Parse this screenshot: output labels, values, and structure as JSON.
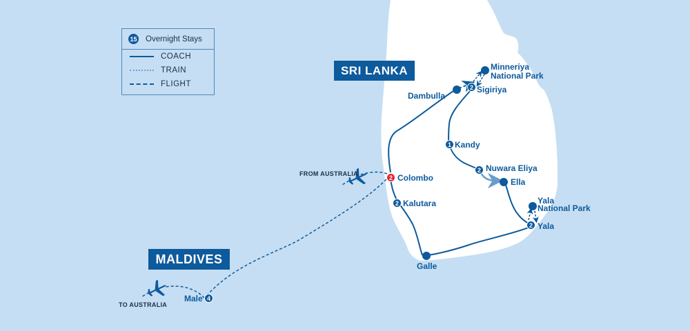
{
  "legend": {
    "overnight_badge": "15",
    "overnight_label": "Overnight Stays",
    "items": [
      {
        "type": "coach",
        "label": "COACH"
      },
      {
        "type": "train",
        "label": "TRAIN"
      },
      {
        "type": "flight",
        "label": "FLIGHT"
      }
    ]
  },
  "regions": {
    "sri_lanka": "SRI LANKA",
    "maldives": "MALDIVES"
  },
  "notes": {
    "from": "FROM AUSTRALIA",
    "to": "TO AUSTRALIA"
  },
  "places": [
    {
      "id": "colombo",
      "label": "Colombo",
      "nights": "2",
      "marker": "red-badge"
    },
    {
      "id": "dambulla",
      "label": "Dambulla",
      "nights": null,
      "marker": "dot"
    },
    {
      "id": "sigiriya",
      "label": "Sigiriya",
      "nights": "2",
      "marker": "badge"
    },
    {
      "id": "minneriya",
      "label": "Minneriya National Park",
      "label_line1": "Minneriya",
      "label_line2": "National Park",
      "nights": null,
      "marker": "dot"
    },
    {
      "id": "kandy",
      "label": "Kandy",
      "nights": "1",
      "marker": "badge"
    },
    {
      "id": "nuwara-eliya",
      "label": "Nuwara Eliya",
      "nights": "2",
      "marker": "badge"
    },
    {
      "id": "ella",
      "label": "Ella",
      "nights": null,
      "marker": "dot"
    },
    {
      "id": "yala-np",
      "label": "Yala National Park",
      "label_line1": "Yala",
      "label_line2": "National Park",
      "nights": null,
      "marker": "dot"
    },
    {
      "id": "yala",
      "label": "Yala",
      "nights": "2",
      "marker": "badge"
    },
    {
      "id": "galle",
      "label": "Galle",
      "nights": null,
      "marker": "dot"
    },
    {
      "id": "kalutara",
      "label": "Kalutara",
      "nights": "2",
      "marker": "badge"
    },
    {
      "id": "male",
      "label": "Male",
      "nights": "4",
      "marker": "badge"
    }
  ],
  "colors": {
    "sea": "#c5def3",
    "land": "#ffffff",
    "route": "#0d5a9c",
    "train": "#6b9ccc",
    "highlight": "#e3232f"
  }
}
